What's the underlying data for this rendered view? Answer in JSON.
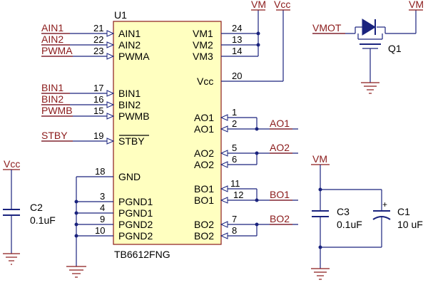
{
  "u1": {
    "refdes": "U1",
    "part": "TB6612FNG",
    "left_pins": [
      {
        "num": "21",
        "name": "AIN1",
        "net": "AIN1"
      },
      {
        "num": "22",
        "name": "AIN2",
        "net": "AIN2"
      },
      {
        "num": "23",
        "name": "PWMA",
        "net": "PWMA"
      },
      {
        "num": "17",
        "name": "BIN1",
        "net": "BIN1"
      },
      {
        "num": "16",
        "name": "BIN2",
        "net": "BIN2"
      },
      {
        "num": "15",
        "name": "PWMB",
        "net": "PWMB"
      },
      {
        "num": "19",
        "name": "STBY",
        "net": "STBY"
      },
      {
        "num": "18",
        "name": "GND"
      },
      {
        "num": "3",
        "name": "PGND1"
      },
      {
        "num": "4",
        "name": "PGND1"
      },
      {
        "num": "9",
        "name": "PGND2"
      },
      {
        "num": "10",
        "name": "PGND2"
      }
    ],
    "right_pins": [
      {
        "num": "24",
        "name": "VM1"
      },
      {
        "num": "13",
        "name": "VM2"
      },
      {
        "num": "14",
        "name": "VM3"
      },
      {
        "num": "20",
        "name": "Vcc"
      },
      {
        "num": "1",
        "name": "AO1"
      },
      {
        "num": "2",
        "name": "AO1"
      },
      {
        "num": "5",
        "name": "AO2"
      },
      {
        "num": "6",
        "name": "AO2"
      },
      {
        "num": "11",
        "name": "BO1"
      },
      {
        "num": "12",
        "name": "BO1"
      },
      {
        "num": "7",
        "name": "BO2"
      },
      {
        "num": "8",
        "name": "BO2"
      }
    ],
    "output_nets": [
      "AO1",
      "AO2",
      "BO1",
      "BO2"
    ]
  },
  "power": {
    "vm_top": "VM",
    "vcc_top": "Vcc",
    "vm_q1": "VM",
    "vcc_c2": "Vcc",
    "vm_caps": "VM"
  },
  "q1": {
    "refdes": "Q1",
    "input_net": "VMOT"
  },
  "c2": {
    "refdes": "C2",
    "value": "0.1uF"
  },
  "c3": {
    "refdes": "C3",
    "value": "0.1uF"
  },
  "c1": {
    "refdes": "C1",
    "value": "10 uF"
  }
}
